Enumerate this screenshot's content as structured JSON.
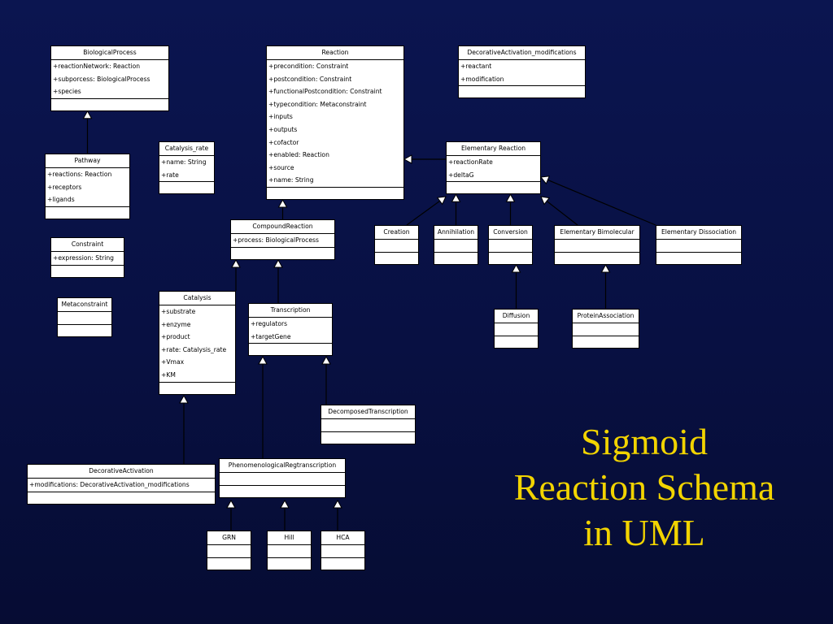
{
  "colors": {
    "background": "#0a1448",
    "class_fill": "#ffffff",
    "class_stroke": "#000000",
    "connector": "#000000",
    "title": "#f2d400"
  },
  "title": {
    "line1": "Sigmoid",
    "line2": "Reaction Schema",
    "line3": "in UML"
  },
  "classes": [
    {
      "id": "biologicalprocess",
      "name": "BiologicalProcess",
      "attributes": [
        "+reactionNetwork: Reaction",
        "+subporcess: BiologicalProcess",
        "+species"
      ]
    },
    {
      "id": "reaction",
      "name": "Reaction",
      "attributes": [
        "+precondition: Constraint",
        "+postcondition: Constraint",
        "+functionalPostcondition: Constraint",
        "+typecondition: Metaconstraint",
        "+inputs",
        "+outputs",
        "+cofactor",
        "+enabled: Reaction",
        "+source",
        "+name: String"
      ]
    },
    {
      "id": "decorativeactivation-modifications",
      "name": "DecorativeActivation_modifications",
      "attributes": [
        "+reactant",
        "+modification"
      ]
    },
    {
      "id": "pathway",
      "name": "Pathway",
      "attributes": [
        "+reactions: Reaction",
        "+receptors",
        "+ligands"
      ]
    },
    {
      "id": "catalysis-rate",
      "name": "Catalysis_rate",
      "attributes": [
        "+name: String",
        "+rate"
      ]
    },
    {
      "id": "elementary-reaction",
      "name": "Elementary Reaction",
      "attributes": [
        "+reactionRate",
        "+deltaG"
      ]
    },
    {
      "id": "compoundreaction",
      "name": "CompoundReaction",
      "attributes": [
        "+process: BiologicalProcess"
      ]
    },
    {
      "id": "constraint",
      "name": "Constraint",
      "attributes": [
        "+expression: String"
      ]
    },
    {
      "id": "creation",
      "name": "Creation",
      "attributes": []
    },
    {
      "id": "annihilation",
      "name": "Annihilation",
      "attributes": []
    },
    {
      "id": "conversion",
      "name": "Conversion",
      "attributes": []
    },
    {
      "id": "elementary-bimolecular",
      "name": "Elementary Bimolecular",
      "attributes": []
    },
    {
      "id": "elementary-dissociation",
      "name": "Elementary Dissociation",
      "attributes": []
    },
    {
      "id": "metaconstraint",
      "name": "Metaconstraint",
      "attributes": []
    },
    {
      "id": "catalysis",
      "name": "Catalysis",
      "attributes": [
        "+substrate",
        "+enzyme",
        "+product",
        "+rate: Catalysis_rate",
        "+Vmax",
        "+KM"
      ]
    },
    {
      "id": "transcription",
      "name": "Transcription",
      "attributes": [
        "+regulators",
        "+targetGene"
      ]
    },
    {
      "id": "diffusion",
      "name": "Diffusion",
      "attributes": []
    },
    {
      "id": "proteinassociation",
      "name": "ProteinAssociation",
      "attributes": []
    },
    {
      "id": "decomposedtranscription",
      "name": "DecomposedTranscription",
      "attributes": []
    },
    {
      "id": "decorativeactivation",
      "name": "DecorativeActivation",
      "attributes": [
        "+modifications: DecorativeActivation_modifications"
      ]
    },
    {
      "id": "phenomenologicalregtranscription",
      "name": "PhenomenologicalRegtranscription",
      "attributes": []
    },
    {
      "id": "grn",
      "name": "GRN",
      "attributes": []
    },
    {
      "id": "hill",
      "name": "Hill",
      "attributes": []
    },
    {
      "id": "hca",
      "name": "HCA",
      "attributes": []
    }
  ],
  "generalizations": [
    {
      "child": "pathway",
      "parent": "biologicalprocess"
    },
    {
      "child": "compoundreaction",
      "parent": "reaction"
    },
    {
      "child": "elementary-reaction",
      "parent": "reaction"
    },
    {
      "child": "catalysis",
      "parent": "compoundreaction"
    },
    {
      "child": "transcription",
      "parent": "compoundreaction"
    },
    {
      "child": "decorativeactivation",
      "parent": "catalysis"
    },
    {
      "child": "phenomenologicalregtranscription",
      "parent": "transcription"
    },
    {
      "child": "decomposedtranscription",
      "parent": "transcription"
    },
    {
      "child": "creation",
      "parent": "elementary-reaction"
    },
    {
      "child": "annihilation",
      "parent": "elementary-reaction"
    },
    {
      "child": "conversion",
      "parent": "elementary-reaction"
    },
    {
      "child": "elementary-bimolecular",
      "parent": "elementary-reaction"
    },
    {
      "child": "elementary-dissociation",
      "parent": "elementary-reaction"
    },
    {
      "child": "diffusion",
      "parent": "conversion"
    },
    {
      "child": "proteinassociation",
      "parent": "elementary-bimolecular"
    },
    {
      "child": "grn",
      "parent": "phenomenologicalregtranscription"
    },
    {
      "child": "hill",
      "parent": "phenomenologicalregtranscription"
    },
    {
      "child": "hca",
      "parent": "phenomenologicalregtranscription"
    }
  ]
}
